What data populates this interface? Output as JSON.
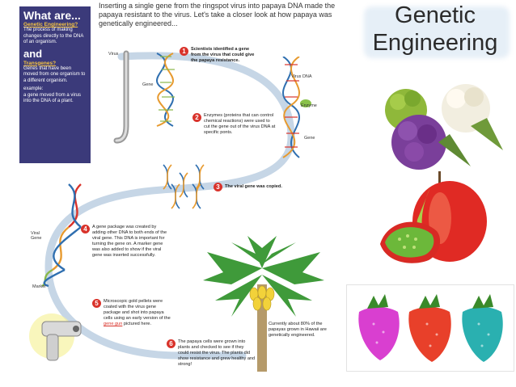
{
  "sidebar": {
    "heading": "What are...",
    "term1": "Genetic Engineering?",
    "def1": "The process of making changes directly to the DNA of an organism.",
    "and": "and",
    "term2": "Transgenes?",
    "def2": "Genes that have been moved from one organism to a different organism.",
    "example_label": "example:",
    "example_text": "a gene moved from a virus into the DNA of a plant."
  },
  "intro": "Inserting a single gene from the ringspot virus into papaya DNA made the papaya resistant to the virus. Let's take a closer look at how papaya was genetically engineered...",
  "title": {
    "line1": "Genetic",
    "line2": "Engineering"
  },
  "labels": {
    "virus": "Virus",
    "gene_left": "Gene",
    "virus_dna": "Virus DNA",
    "enzyme": "Enzyme",
    "gene_right": "Gene",
    "viral_gene": "Viral Gene",
    "marker": "Marker"
  },
  "steps": [
    {
      "num": "1",
      "text": "Scientists identified a gene from the virus that could give the papaya resistance."
    },
    {
      "num": "2",
      "text": "Enzymes (proteins that can control chemical reactions) were used to cut the gene out of the virus DNA at specific ponts."
    },
    {
      "num": "3",
      "text": "The viral gene was copied."
    },
    {
      "num": "4",
      "text": "A gene package was created by adding other DNA to both ends of the viral gene. This DNA is important for turning the gene on. A marker gene was also added to show if the viral gene was inserted successfully."
    },
    {
      "num": "5",
      "text_a": "Microscopic gold pellets were coated with the virus gene package and shot into papaya cells using an early version of the ",
      "text_link": "gene gun",
      "text_b": " pictured here."
    },
    {
      "num": "6",
      "text": "The papaya cells were grown into plants and checked to see if they could resist the virus. The plants did show resistance and grew healthy and strong!"
    }
  ],
  "papaya_note": "Currently about 80% of the papayas grown in Hawaii are genetically engineered.",
  "colors": {
    "sidebar_bg": "#3b3a7a",
    "accent_yellow": "#f7c542",
    "badge_red": "#d9332b",
    "path_blue": "#c6d6e6"
  }
}
